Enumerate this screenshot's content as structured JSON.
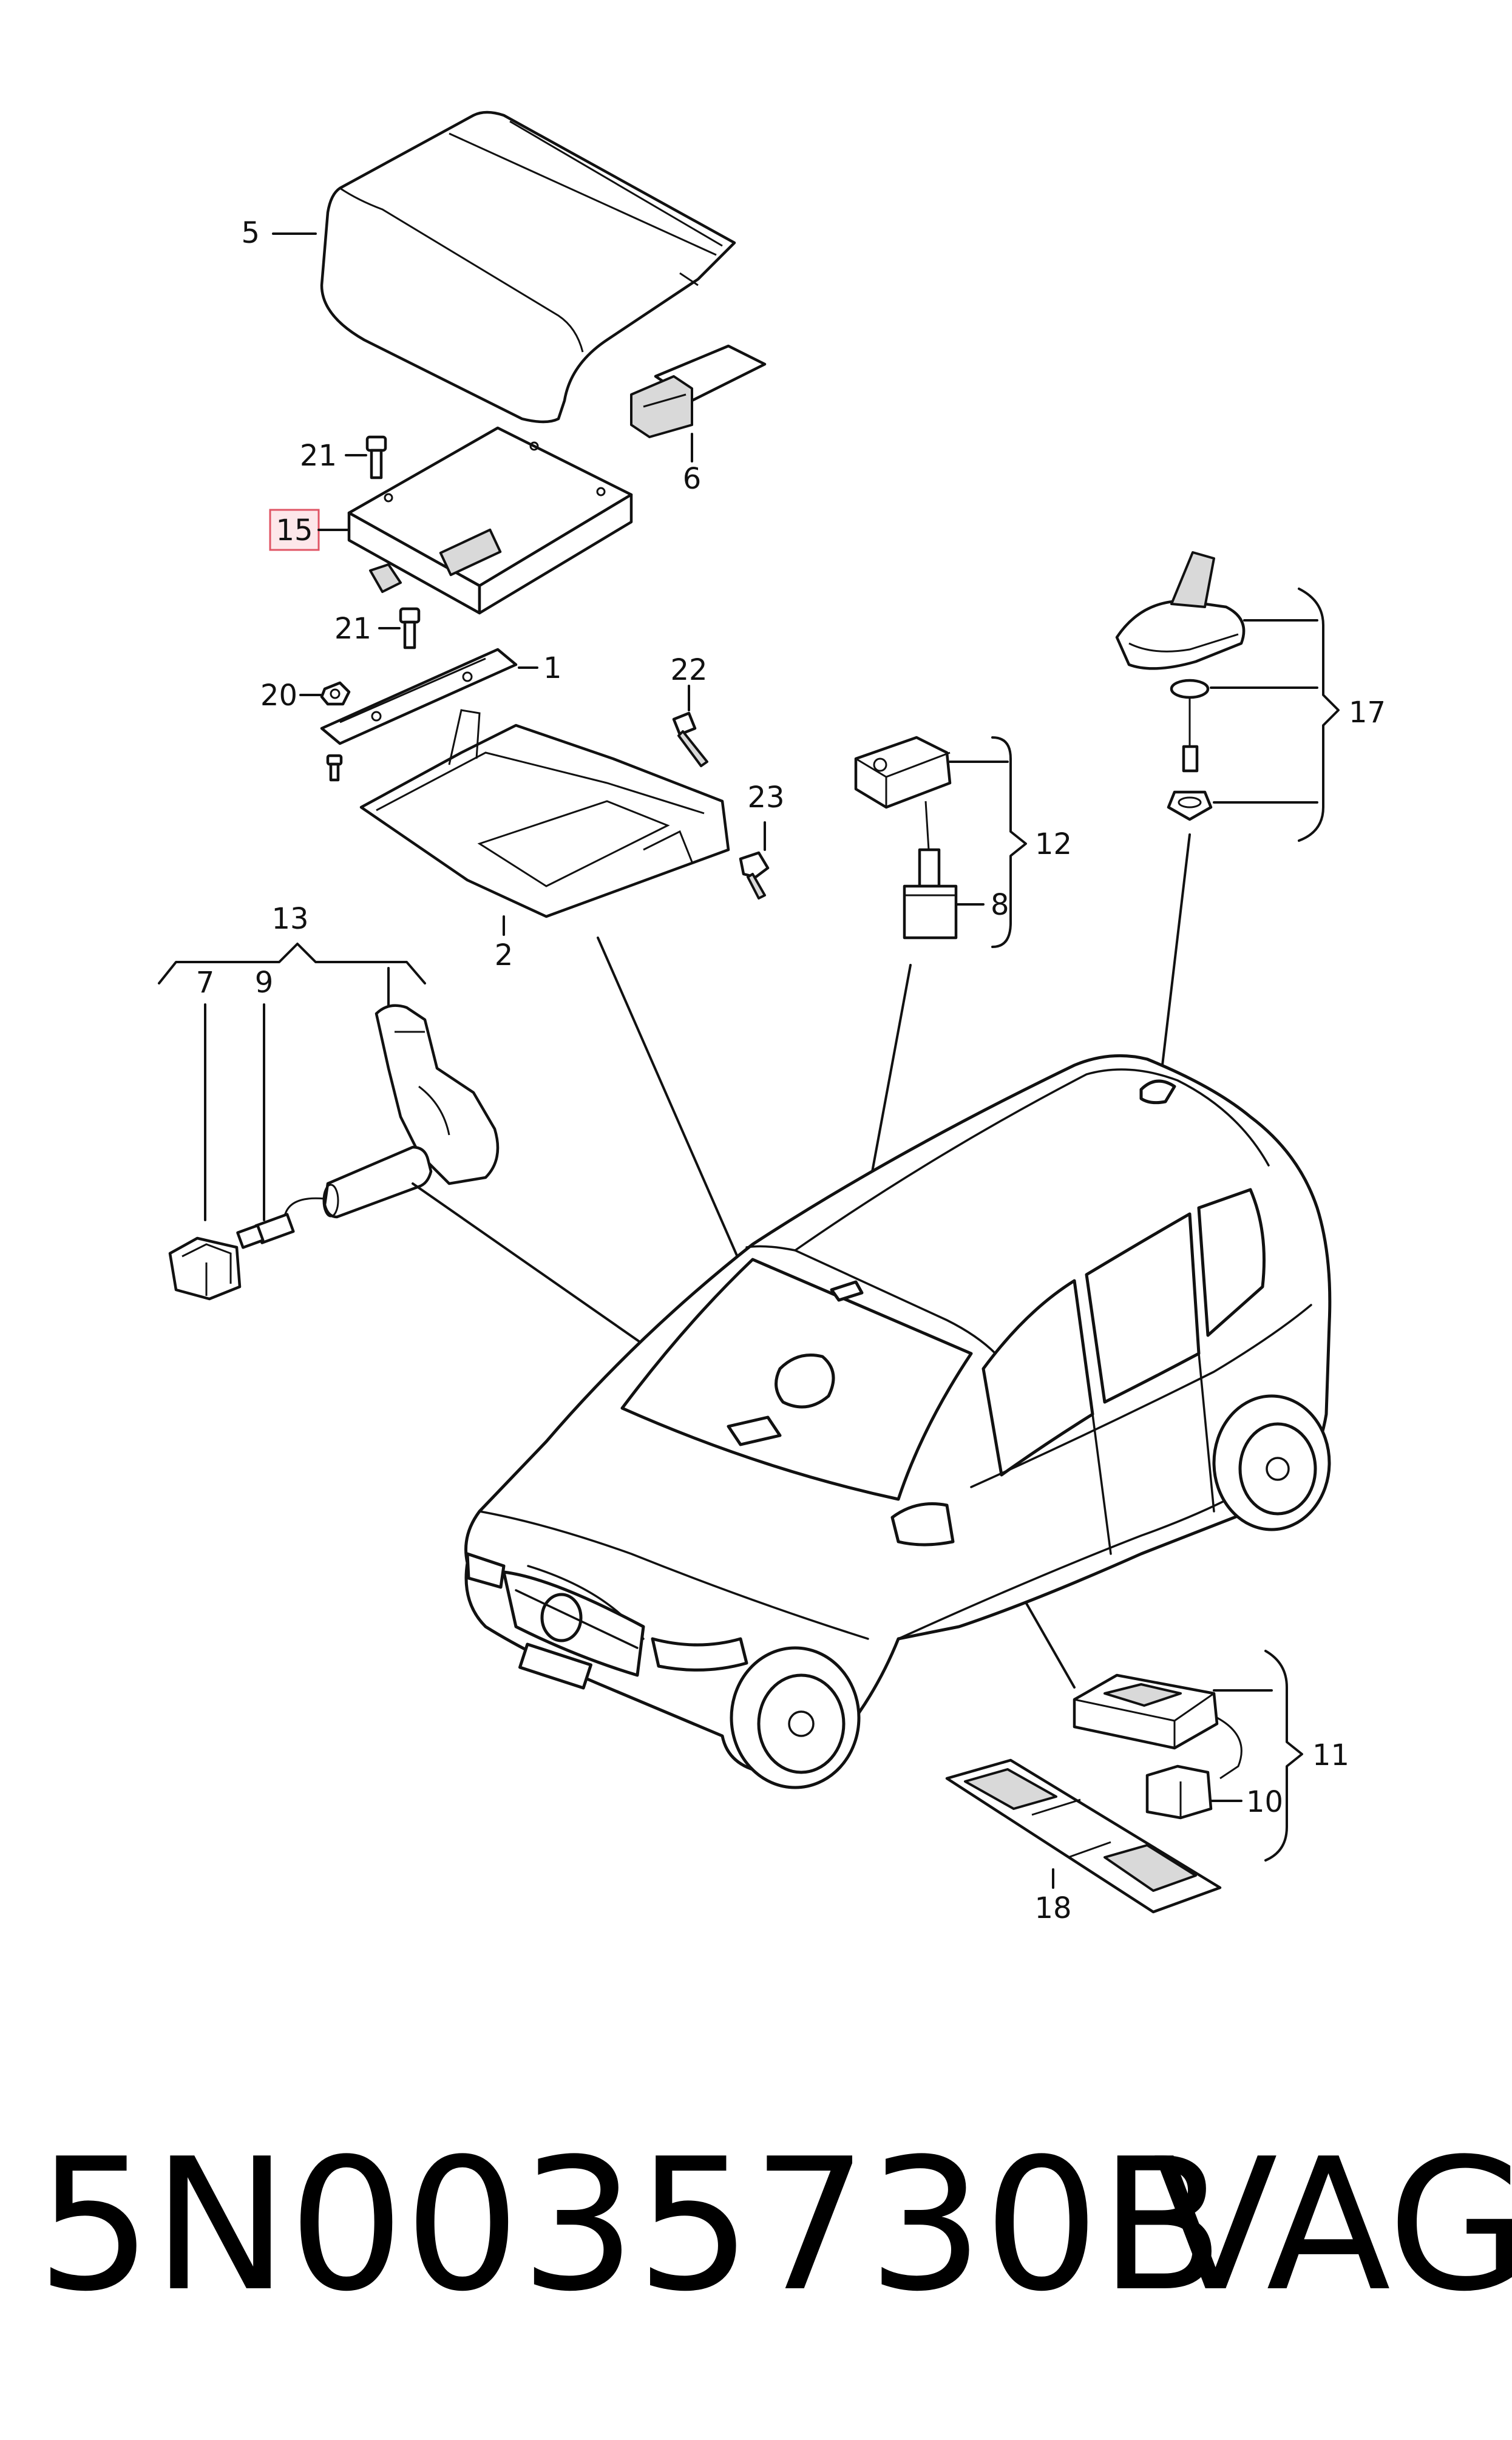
{
  "callouts": {
    "c1": "1",
    "c2": "2",
    "c5": "5",
    "c6": "6",
    "c7": "7",
    "c8": "8",
    "c9": "9",
    "c10": "10",
    "c11": "11",
    "c12": "12",
    "c13": "13",
    "c15": "15",
    "c17": "17",
    "c18": "18",
    "c20": "20",
    "c21a": "21",
    "c21b": "21",
    "c22": "22",
    "c23": "23"
  },
  "highlight": {
    "callout": "15",
    "color": "#e05565",
    "fill": "#fde7ea"
  },
  "footer": {
    "part_number": "5N0035730B",
    "brand": "VAG"
  }
}
